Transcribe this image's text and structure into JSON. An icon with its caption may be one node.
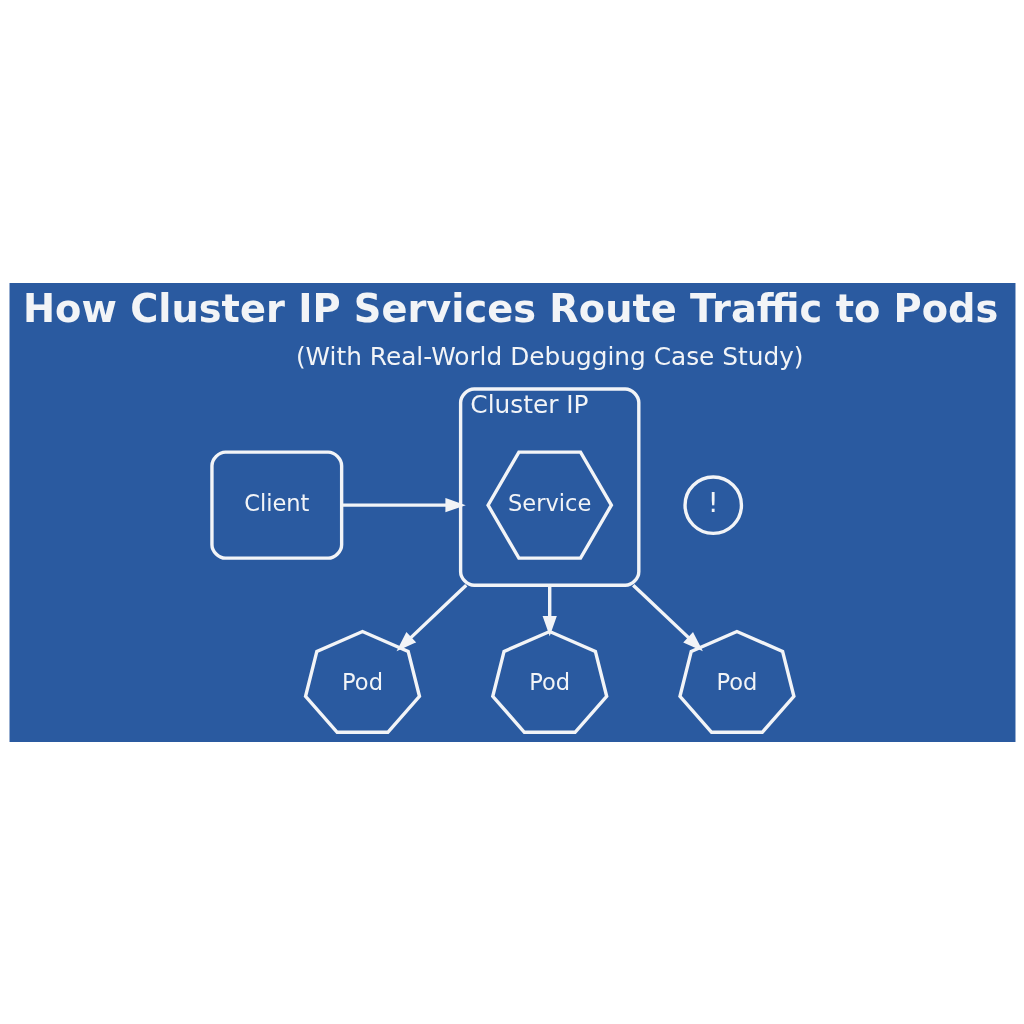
{
  "diagram": {
    "title": "How Cluster IP Services Route Traffic to Pods",
    "nodes": [
      {
        "text": [
          "Client"
        ]
      },
      {
        "text": [
          "Cluster IP"
        ]
      },
      {
        "text": [
          "Service"
        ],
        "in": 1
      },
      {
        "text": [
          "!"
        ]
      },
      {
        "text": [
          "Pod"
        ]
      },
      {
        "text": [
          "Pod"
        ]
      },
      {
        "text": [
          "Pod"
        ]
      }
    ],
    "edges": [
      {
        "from": 0,
        "to": 1,
        "arrow": "to"
      },
      {
        "from": 1,
        "to": 4,
        "arrow": "to"
      },
      {
        "from": 1,
        "to": 5,
        "arrow": "to"
      },
      {
        "from": 1,
        "to": 6,
        "arrow": "to"
      }
    ],
    "labels": [
      "(With Real-World Debugging Case Study)"
    ]
  }
}
